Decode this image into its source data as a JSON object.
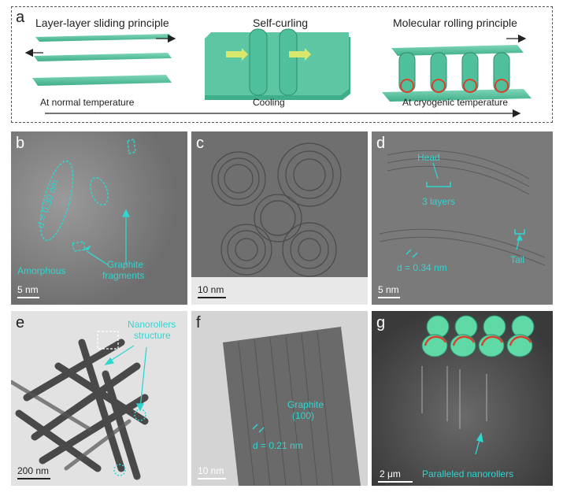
{
  "panel_a": {
    "label": "a",
    "titles": [
      "Layer-layer sliding principle",
      "Self-curling",
      "Molecular rolling principle"
    ],
    "bottom_left": "At normal temperature",
    "bottom_center": "Cooling",
    "bottom_right": "At cryogenic temperature"
  },
  "panel_b": {
    "label": "b",
    "scale": "5 nm",
    "spacing": "d = 0.30 nm",
    "amorphous": "Amorphous",
    "graphite_line1": "Graphite",
    "graphite_line2": "fragments"
  },
  "panel_c": {
    "label": "c",
    "scale": "10 nm"
  },
  "panel_d": {
    "label": "d",
    "scale": "5 nm",
    "head": "Head",
    "layers": "3 layers",
    "spacing": "d = 0.34 nm",
    "tail": "Tail"
  },
  "panel_e": {
    "label": "e",
    "scale": "200 nm",
    "struct_line1": "Nanorollers",
    "struct_line2": "structure"
  },
  "panel_f": {
    "label": "f",
    "scale": "10 nm",
    "graphite_line1": "Graphite",
    "graphite_line2": "(100)",
    "spacing": "d = 0.21 nm"
  },
  "panel_g": {
    "label": "g",
    "scale": "2 μm",
    "paralleled": "Paralleled nanorollers"
  },
  "colors": {
    "sheet": "#4fbf9c",
    "annotation": "#2fd6d0",
    "roller_arrow": "#d9432e"
  }
}
